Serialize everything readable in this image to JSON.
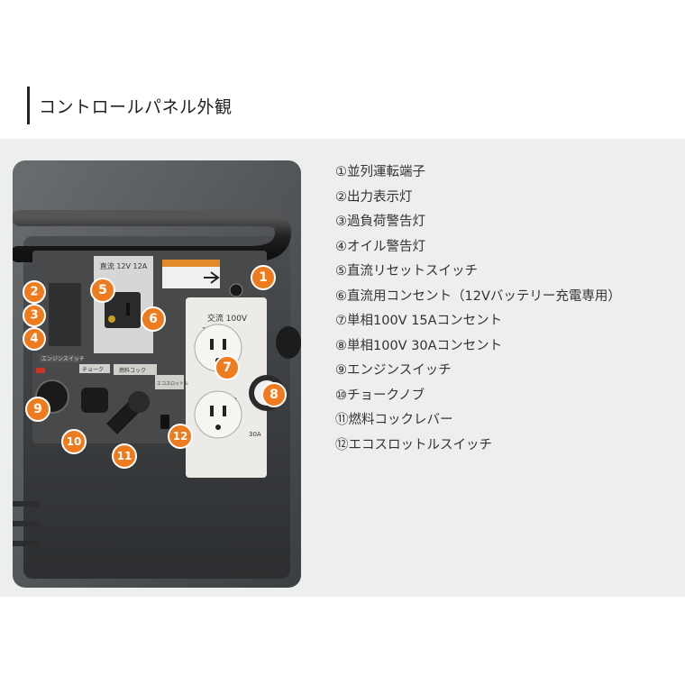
{
  "heading": {
    "title": "コントロールパネル外観"
  },
  "legend": {
    "items": [
      "①並列運転端子",
      "②出力表示灯",
      "③過負荷警告灯",
      "④オイル警告灯",
      "⑤直流リセットスイッチ",
      "⑥直流用コンセント（12Vバッテリー充電専用）",
      "⑦単相100V 15Aコンセント",
      "⑧単相100V 30Aコンセント",
      "⑨エンジンスイッチ",
      "⑩チョークノブ",
      "⑪燃料コックレバー",
      "⑫エコスロットルスイッチ"
    ]
  },
  "photo": {
    "callouts": [
      "1",
      "2",
      "3",
      "4",
      "5",
      "6",
      "7",
      "8",
      "9",
      "10",
      "11",
      "12"
    ],
    "panel_labels": {
      "dc": "直流 12V 12A",
      "ac": "交流 100V",
      "amp_15a_top": "15A",
      "amp_15a_bottom": "15A",
      "amp_30a": "30A",
      "engine_switch": "エンジンスイッチ",
      "choke": "チョーク",
      "fuel_cock": "燃料コック",
      "eco": "エコスロットル"
    }
  },
  "colors": {
    "callout": "#ee7b1e",
    "panel_bg": "#edeeee",
    "heading_bar": "#222222"
  }
}
